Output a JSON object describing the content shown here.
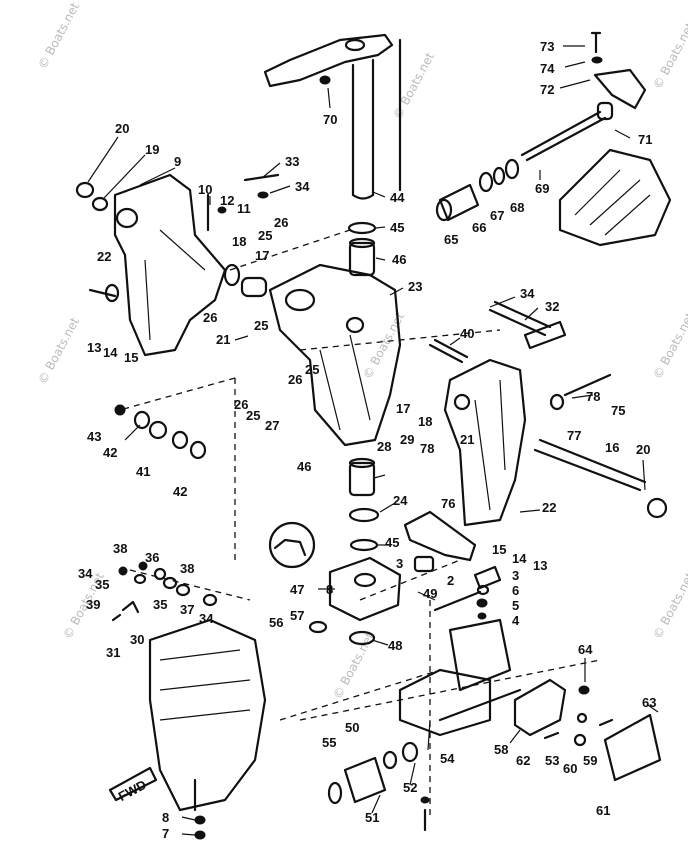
{
  "diagram": {
    "watermark": "© Boats.net",
    "fwd_label": "FWD",
    "callouts": [
      "73",
      "74",
      "72",
      "71",
      "69",
      "68",
      "67",
      "66",
      "65",
      "70",
      "44",
      "45",
      "46",
      "20",
      "19",
      "9",
      "33",
      "34",
      "10",
      "12",
      "11",
      "26",
      "25",
      "18",
      "17",
      "23",
      "22",
      "13",
      "14",
      "15",
      "26",
      "25",
      "21",
      "34",
      "32",
      "40",
      "26",
      "25",
      "43",
      "42",
      "41",
      "42",
      "26",
      "25",
      "27",
      "17",
      "18",
      "78",
      "76",
      "77",
      "75",
      "21",
      "28",
      "29",
      "78",
      "16",
      "20",
      "46",
      "24",
      "45",
      "22",
      "15",
      "14",
      "13",
      "34",
      "38",
      "36",
      "35",
      "38",
      "39",
      "37",
      "34",
      "35",
      "30",
      "31",
      "3",
      "2",
      "3",
      "6",
      "5",
      "4",
      "47",
      "8",
      "49",
      "57",
      "56",
      "48",
      "64",
      "63",
      "50",
      "55",
      "54",
      "58",
      "62",
      "53",
      "60",
      "59",
      "61",
      "51",
      "52",
      "8",
      "7"
    ]
  }
}
